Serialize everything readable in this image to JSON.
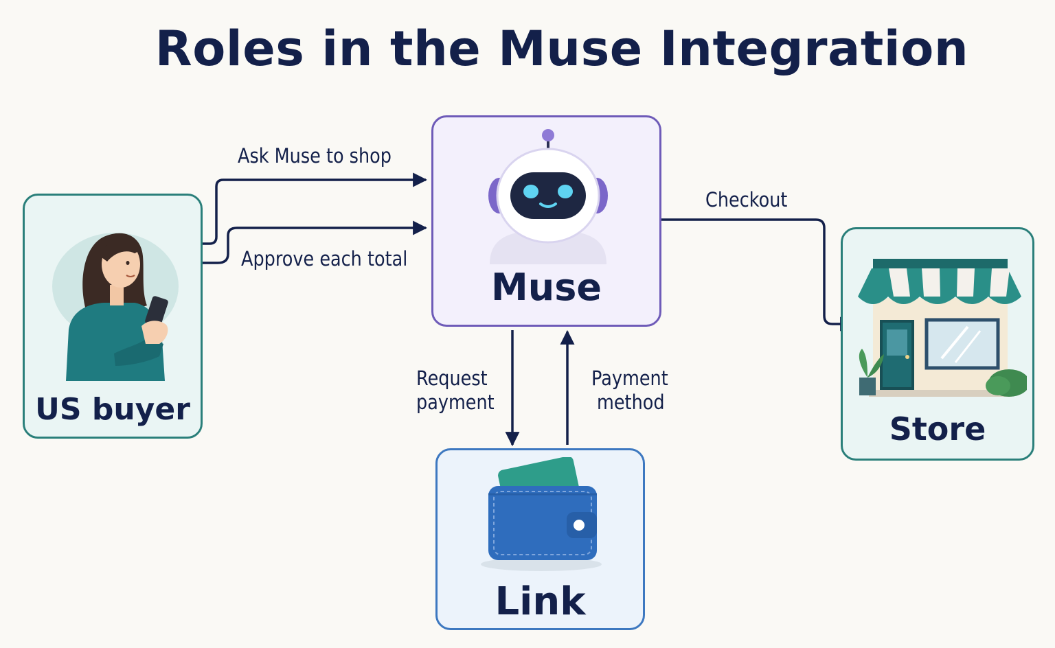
{
  "title": "Roles in the Muse Integration",
  "nodes": {
    "buyer": {
      "label": "US buyer"
    },
    "muse": {
      "label": "Muse"
    },
    "store": {
      "label": "Store"
    },
    "link": {
      "label": "Link"
    }
  },
  "edges": {
    "ask": {
      "label": "Ask Muse to shop"
    },
    "approve": {
      "label": "Approve each total"
    },
    "checkout": {
      "label": "Checkout"
    },
    "request": {
      "line1": "Request",
      "line2": "payment"
    },
    "payment_method": {
      "line1": "Payment",
      "line2": "method"
    }
  },
  "colors": {
    "teal": "#2a7f7a",
    "purple": "#6e5bb8",
    "blue": "#3d78c0",
    "navy": "#13204a"
  }
}
